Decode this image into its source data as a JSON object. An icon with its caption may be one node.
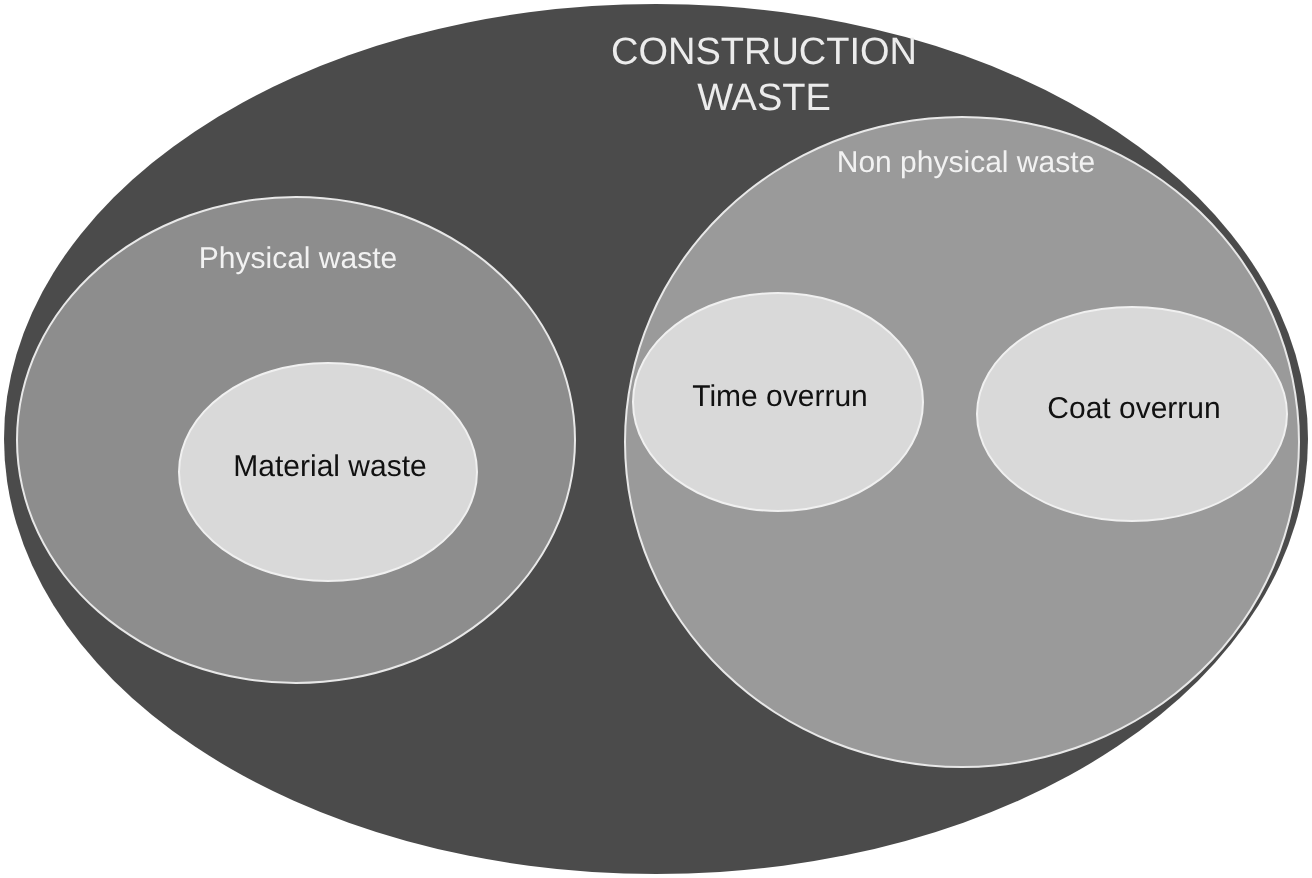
{
  "diagram": {
    "nodes": [
      {
        "text": [
          "CONSTRUCTION WASTE"
        ]
      },
      {
        "text": [
          "Physical waste"
        ],
        "in": 0
      },
      {
        "text": [
          "Material waste"
        ],
        "in": 1
      },
      {
        "text": [
          "Non physical waste"
        ],
        "in": 0
      },
      {
        "text": [
          "Time overrun"
        ],
        "in": 3
      },
      {
        "text": [
          "Coat overrun"
        ],
        "in": 3
      }
    ],
    "edges": []
  }
}
